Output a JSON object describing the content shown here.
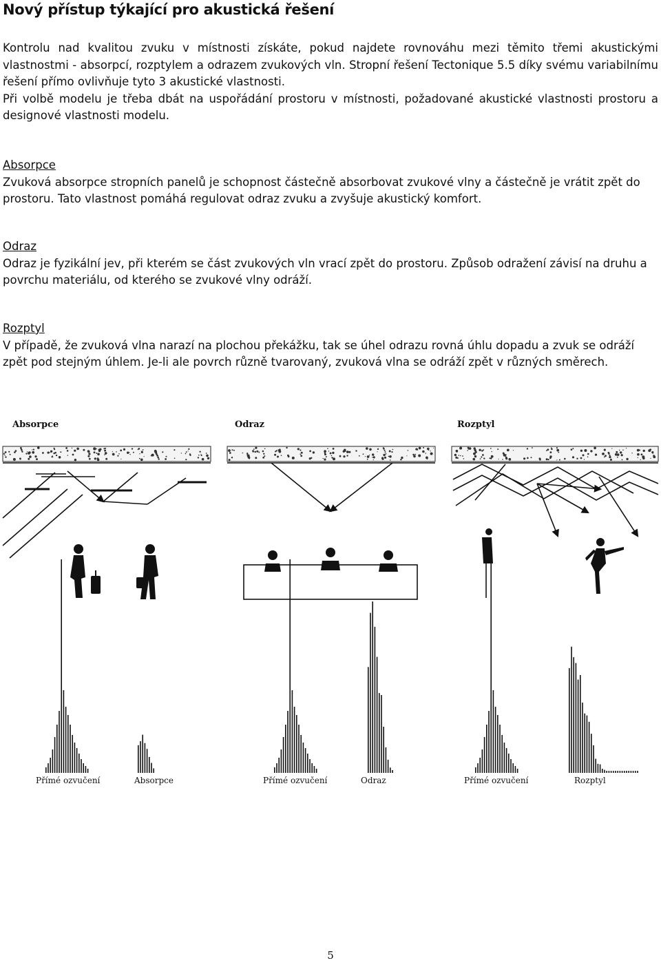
{
  "title": "Nový přístup týkající pro akustická řešení",
  "intro": [
    "Kontrolu nad kvalitou zvuku v místnosti získáte, pokud najdete rovnováhu mezi těmito třemi akustickými vlastnostmi - absorpcí, rozptylem a odrazem zvukových vln. Stropní řešení Tectonique 5.5 díky svému variabilnímu řešení přímo ovlivňuje tyto 3 akustické vlastnosti.",
    "Při volbě modelu je třeba dbát na uspořádání prostoru v místnosti, požadované akustické vlastnosti prostoru a designové vlastnosti modelu."
  ],
  "sections": [
    {
      "heading": "Absorpce",
      "body": "Zvuková absorpce stropních panelů je schopnost částečně absorbovat zvukové vlny a částečně je vrátit zpět do prostoru. Tato vlastnost pomáhá regulovat odraz zvuku a zvyšuje akustický komfort."
    },
    {
      "heading": "Odraz",
      "body": "Odraz je fyzikální jev, při kterém se část zvukových vln vrací zpět do prostoru. Způsob odražení závisí na druhu a povrchu materiálu, od kterého se zvukové vlny odráží."
    },
    {
      "heading": "Rozptyl",
      "body": "V případě, že zvuková vlna narazí na plochou překážku, tak se úhel odrazu rovná úhlu dopadu a zvuk se odráží zpět pod stejným úhlem. Je-li ale povrch různě tvarovaný, zvuková vlna se odráží zpět v různých směrech."
    }
  ],
  "figures": {
    "panels": [
      "Absorpce",
      "Odraz",
      "Rozptyl"
    ],
    "histograms": [
      {
        "direct_label": "Přímé ozvučení",
        "effect_label": "Absorpce"
      },
      {
        "direct_label": "Přímé ozvučení",
        "effect_label": "Odraz"
      },
      {
        "direct_label": "Přímé ozvučení",
        "effect_label": "Rozptyl"
      }
    ]
  },
  "page_number": "5"
}
